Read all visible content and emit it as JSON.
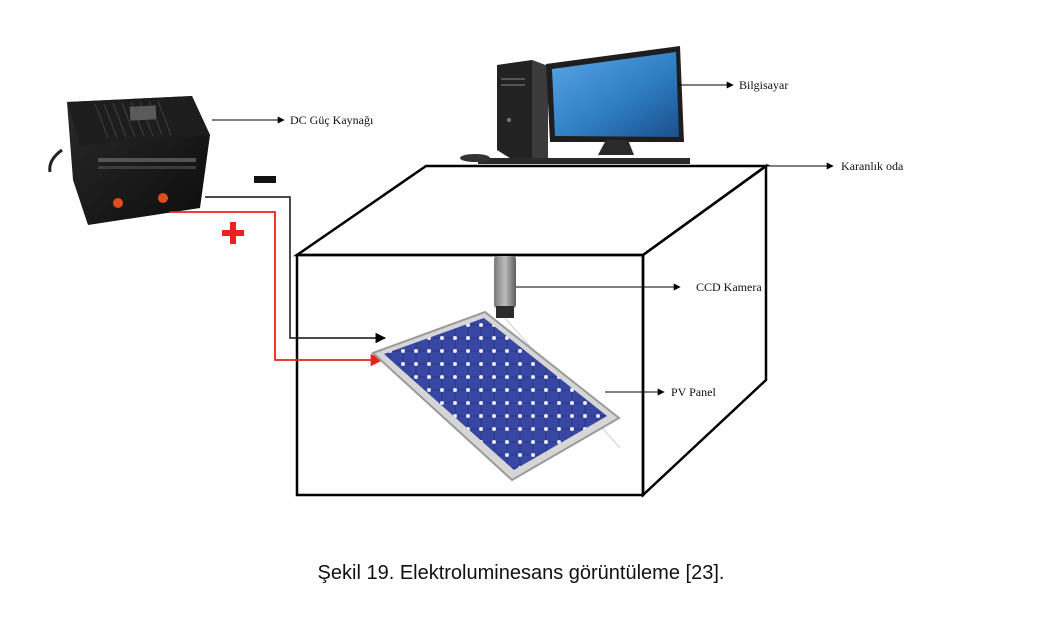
{
  "labels": {
    "power_supply": "DC Güç Kaynağı",
    "computer": "Bilgisayar",
    "dark_room": "Karanlık oda",
    "camera": "CCD Kamera",
    "pv_panel": "PV Panel",
    "negative": "−",
    "positive": "+"
  },
  "caption": "Şekil 19. Elektroluminesans görüntüleme [23].",
  "colors": {
    "positive_wire": "#e8231f",
    "negative_wire": "#111111",
    "box_stroke": "#000000",
    "panel_cell": "#2c3a8c",
    "panel_frame": "#c8c8c8",
    "monitor_screen": "#2f7fc4"
  }
}
